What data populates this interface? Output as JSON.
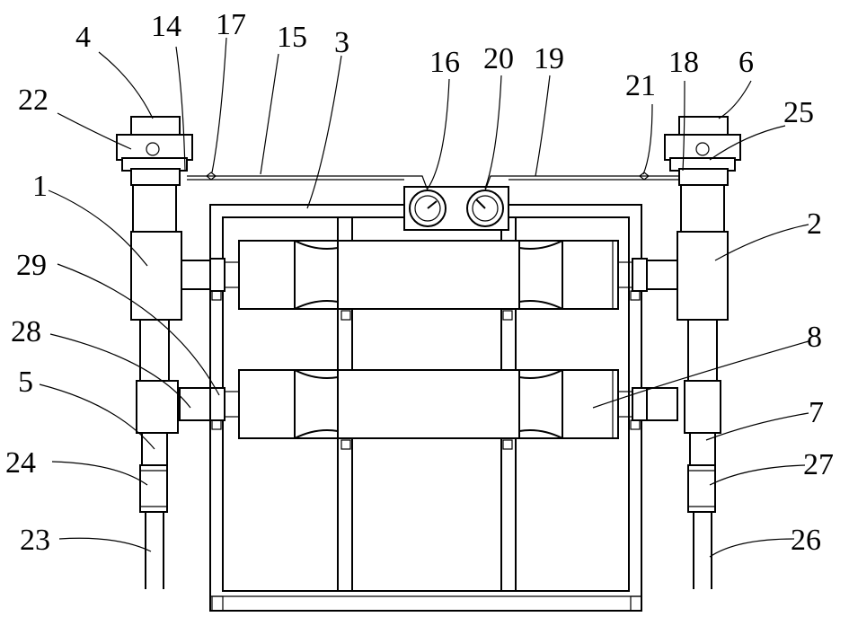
{
  "labels": [
    {
      "id": "label-1",
      "text": "1"
    },
    {
      "id": "label-2",
      "text": "2"
    },
    {
      "id": "label-3",
      "text": "3"
    },
    {
      "id": "label-4",
      "text": "4"
    },
    {
      "id": "label-5",
      "text": "5"
    },
    {
      "id": "label-6",
      "text": "6"
    },
    {
      "id": "label-7",
      "text": "7"
    },
    {
      "id": "label-8",
      "text": "8"
    },
    {
      "id": "label-14",
      "text": "14"
    },
    {
      "id": "label-15",
      "text": "15"
    },
    {
      "id": "label-16",
      "text": "16"
    },
    {
      "id": "label-17",
      "text": "17"
    },
    {
      "id": "label-18",
      "text": "18"
    },
    {
      "id": "label-19",
      "text": "19"
    },
    {
      "id": "label-20",
      "text": "20"
    },
    {
      "id": "label-21",
      "text": "21"
    },
    {
      "id": "label-22",
      "text": "22"
    },
    {
      "id": "label-23",
      "text": "23"
    },
    {
      "id": "label-24",
      "text": "24"
    },
    {
      "id": "label-25",
      "text": "25"
    },
    {
      "id": "label-26",
      "text": "26"
    },
    {
      "id": "label-27",
      "text": "27"
    },
    {
      "id": "label-28",
      "text": "28"
    },
    {
      "id": "label-29",
      "text": "29"
    }
  ]
}
